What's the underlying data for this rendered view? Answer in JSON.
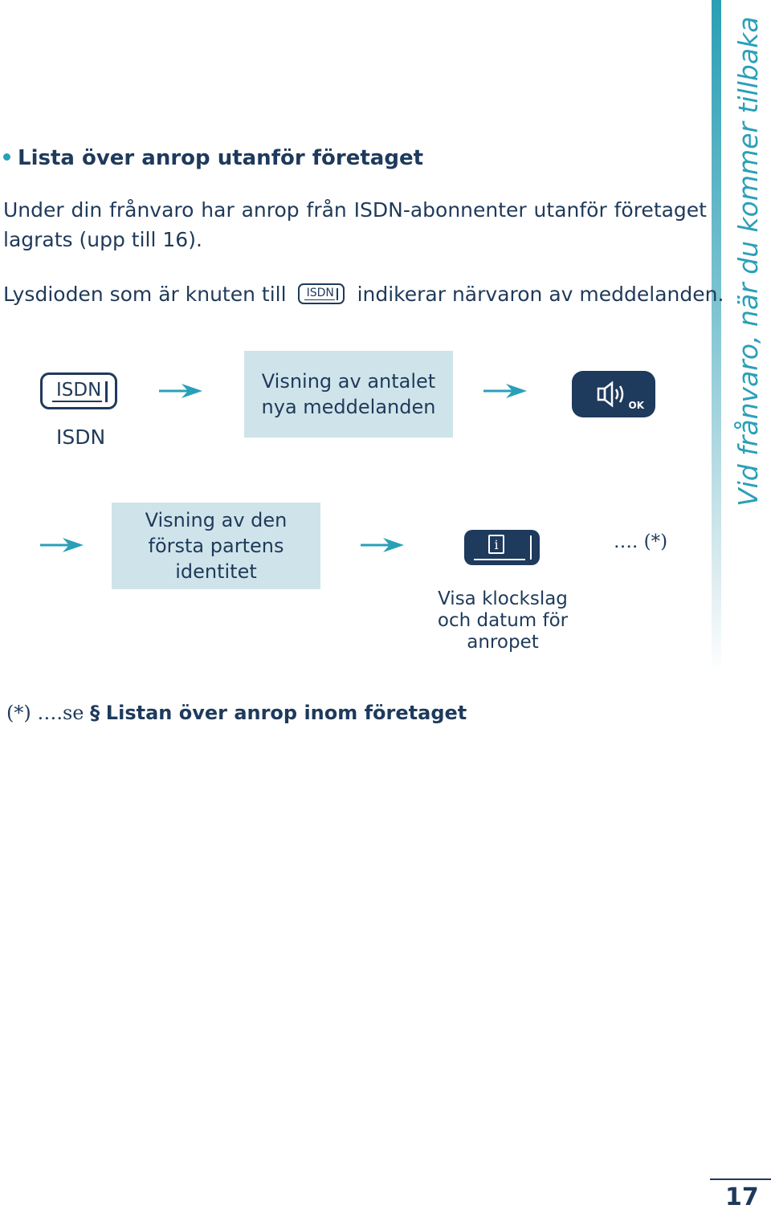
{
  "heading": "Lista över anrop utanför företaget",
  "intro_text": "Under din frånvaro har anrop från ISDN-abonnenter utanför företaget lagrats (upp till 16).",
  "led_line": {
    "before": "Lysdioden som är knuten till",
    "key_label": "ISDN",
    "after": "indikerar närvaron av meddelanden."
  },
  "flow": {
    "isdn_key_label": "ISDN",
    "isdn_caption": "ISDN",
    "step_count_text": "Visning av antalet nya meddelanden",
    "ok_key_label": "OK",
    "step_identity_text": "Visning av den första partens identitet",
    "info_key_label": "i",
    "continuation": "…. (*)",
    "visa_caption": "Visa klockslag och datum för anropet"
  },
  "footnote": {
    "prefix": "(*) ….se",
    "section_symbol": "§",
    "link_text": "Listan över anrop inom företaget"
  },
  "side_title": "Vid frånvaro, när du kommer tillbaka",
  "page_number": "17",
  "colors": {
    "accent": "#2aa0b8",
    "dark_navy": "#1e3a5c",
    "box_fill": "#cfe4ea"
  }
}
